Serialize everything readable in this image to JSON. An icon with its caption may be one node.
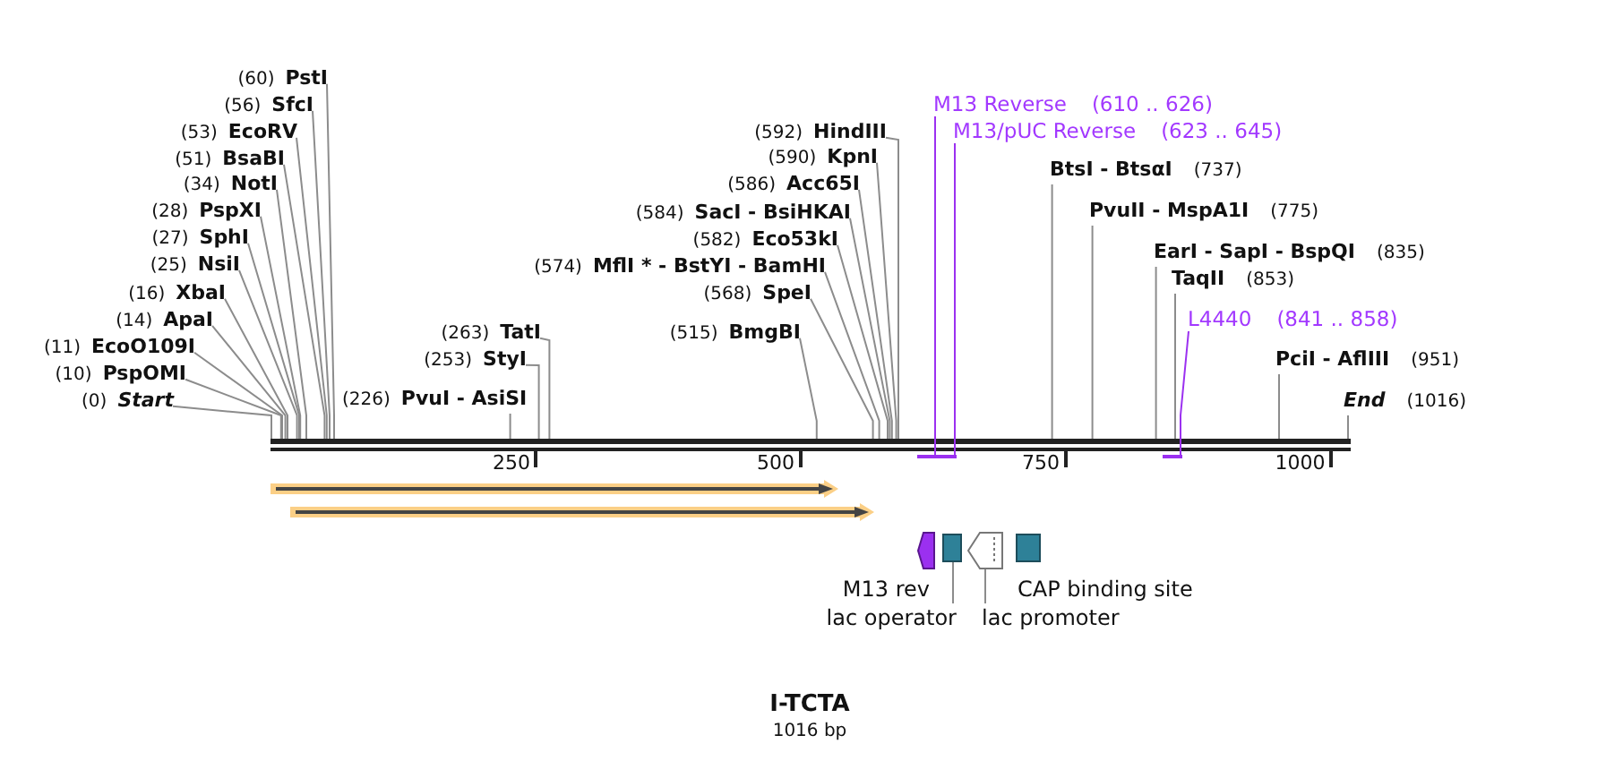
{
  "diagram": {
    "title": "I-TCTA",
    "nodes": [
      {
        "text": [],
        "shape": "bar"
      },
      {
        "text": [
          "(60)",
          "PstI"
        ]
      },
      {
        "text": [
          "(56)",
          "SfcI"
        ]
      },
      {
        "text": [
          "(53)",
          "EcoRV"
        ]
      },
      {
        "text": [
          "(51)",
          "BsaBI"
        ]
      },
      {
        "text": [
          "(34)",
          "NotI"
        ]
      },
      {
        "text": [
          "(28)",
          "PspXI"
        ]
      },
      {
        "text": [
          "(27)",
          "SphI"
        ]
      },
      {
        "text": [
          "(25)",
          "NsiI"
        ]
      },
      {
        "text": [
          "(16)",
          "XbaI"
        ]
      },
      {
        "text": [
          "(14)",
          "ApaI"
        ]
      },
      {
        "text": [
          "(11)",
          "EcoO109I"
        ]
      },
      {
        "text": [
          "(10)",
          "PspOMI"
        ]
      },
      {
        "text": [
          "(0)",
          "Start"
        ]
      },
      {
        "text": [
          "(226)",
          "PvuI - AsiSI"
        ]
      },
      {
        "text": [
          "(263)",
          "TatI"
        ]
      },
      {
        "text": [
          "(253)",
          "StyI"
        ]
      },
      {
        "text": [
          "(592)",
          "HindIII"
        ]
      },
      {
        "text": [
          "(590)",
          "KpnI"
        ]
      },
      {
        "text": [
          "(586)",
          "Acc65I"
        ]
      },
      {
        "text": [
          "(584)",
          "SacI - BsiHKAI"
        ]
      },
      {
        "text": [
          "(582)",
          "Eco53kI"
        ]
      },
      {
        "text": [
          "(574)",
          "MflI * - BstYI - BamHI"
        ]
      },
      {
        "text": [
          "(568)",
          "SpeI"
        ]
      },
      {
        "text": [
          "(515)",
          "BmgBI"
        ]
      },
      {
        "text": [
          "M13 Reverse",
          "(610 .. 626)"
        ]
      },
      {
        "text": [
          "M13/pUC Reverse",
          "(623 .. 645)"
        ]
      },
      {
        "text": [
          "BtsI - BtsαI",
          "(737)"
        ]
      },
      {
        "text": [
          "PvuII - MspA1I",
          "(775)"
        ]
      },
      {
        "text": [
          "EarI - SapI - BspQI",
          "(835)"
        ]
      },
      {
        "text": [
          "TaqII",
          "(853)"
        ]
      },
      {
        "text": [
          "L4440",
          "(841 .. 858)"
        ]
      },
      {
        "text": [
          "PciI - AflIII",
          "(951)"
        ]
      },
      {
        "text": [
          "End",
          "(1016)"
        ]
      },
      {
        "text": [],
        "shape": "bar"
      },
      {
        "text": [],
        "shape": "bar"
      },
      {
        "text": [],
        "shape": "bar"
      },
      {
        "text": [
          "M13 rev"
        ]
      },
      {
        "text": [],
        "shape": "box"
      },
      {
        "text": [],
        "shape": "arrow"
      },
      {
        "text": [
          "CAP binding site"
        ]
      },
      {
        "text": [
          "lac operator"
        ]
      },
      {
        "text": [
          "lac promoter"
        ]
      }
    ],
    "edges": [
      {
        "from": 1,
        "to": 0,
        "arrow": "none"
      },
      {
        "from": 2,
        "to": 0,
        "arrow": "none"
      },
      {
        "from": 3,
        "to": 0,
        "arrow": "none"
      },
      {
        "from": 4,
        "to": 0,
        "arrow": "none"
      },
      {
        "from": 5,
        "to": 0,
        "arrow": "none"
      },
      {
        "from": 6,
        "to": 0,
        "arrow": "none"
      },
      {
        "from": 7,
        "to": 0,
        "arrow": "none"
      },
      {
        "from": 8,
        "to": 0,
        "arrow": "none"
      },
      {
        "from": 9,
        "to": 0,
        "arrow": "none"
      },
      {
        "from": 10,
        "to": 0,
        "arrow": "none"
      },
      {
        "from": 11,
        "to": 0,
        "arrow": "none"
      },
      {
        "from": 12,
        "to": 0,
        "arrow": "none"
      },
      {
        "from": 13,
        "to": 0,
        "arrow": "none"
      },
      {
        "from": 14,
        "to": 0,
        "arrow": "none"
      },
      {
        "from": 15,
        "to": 0,
        "arrow": "none"
      },
      {
        "from": 16,
        "to": 0,
        "arrow": "none"
      },
      {
        "from": 17,
        "to": 0,
        "arrow": "none"
      },
      {
        "from": 18,
        "to": 0,
        "arrow": "none"
      },
      {
        "from": 19,
        "to": 0,
        "arrow": "none"
      },
      {
        "from": 20,
        "to": 0,
        "arrow": "none"
      },
      {
        "from": 21,
        "to": 0,
        "arrow": "none"
      },
      {
        "from": 22,
        "to": 0,
        "arrow": "none"
      },
      {
        "from": 23,
        "to": 0,
        "arrow": "none"
      },
      {
        "from": 24,
        "to": 0,
        "arrow": "none"
      },
      {
        "from": 25,
        "to": 34,
        "arrow": "none",
        "color": "#9b30f0"
      },
      {
        "from": 26,
        "to": 35,
        "arrow": "none",
        "color": "#9b30f0"
      },
      {
        "from": 27,
        "to": 0,
        "arrow": "none"
      },
      {
        "from": 28,
        "to": 0,
        "arrow": "none"
      },
      {
        "from": 29,
        "to": 0,
        "arrow": "none"
      },
      {
        "from": 30,
        "to": 0,
        "arrow": "none"
      },
      {
        "from": 31,
        "to": 36,
        "arrow": "none",
        "color": "#9b30f0"
      },
      {
        "from": 32,
        "to": 0,
        "arrow": "none"
      },
      {
        "from": 33,
        "to": 0,
        "arrow": "none"
      },
      {
        "from": 41,
        "to": 38,
        "arrow": "none"
      },
      {
        "from": 42,
        "to": 39,
        "arrow": "none"
      }
    ],
    "labels": [
      "250",
      "500",
      "750",
      "1000",
      "1016 bp"
    ]
  }
}
